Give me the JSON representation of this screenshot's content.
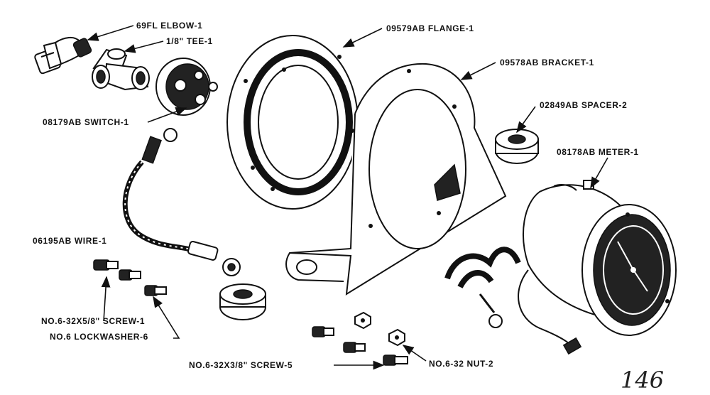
{
  "labels": {
    "elbow": "69FL ELBOW-1",
    "tee": "1/8\" TEE-1",
    "flange": "09579AB FLANGE-1",
    "bracket": "09578AB BRACKET-1",
    "switch": "08179AB SWITCH-1",
    "spacer": "02849AB SPACER-2",
    "meter": "08178AB METER-1",
    "wire": "06195AB WIRE-1",
    "screw_5_8": "NO.6-32X5/8\" SCREW-1",
    "lockwasher": "NO.6 LOCKWASHER-6",
    "screw_3_8": "NO.6-32X3/8\" SCREW-5",
    "nut": "NO.6-32 NUT-2"
  },
  "page_number": "146"
}
